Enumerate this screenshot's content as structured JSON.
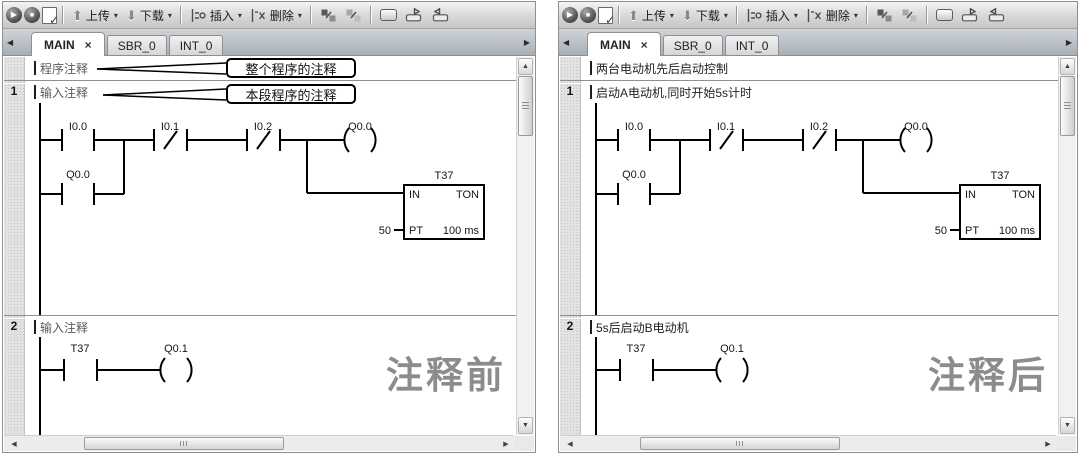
{
  "toolbar": {
    "upload": "上传",
    "download": "下载",
    "insert": "插入",
    "delete": "删除"
  },
  "icons": {
    "play": "▶",
    "stop": "■",
    "check": "✓",
    "up_arrow": "⬆",
    "down_arrow": "⬇",
    "dropdown": "▾",
    "close": "×",
    "tab_prev": "◀",
    "tab_next": "▶",
    "scroll_up": "▲",
    "scroll_down": "▼",
    "scroll_left": "◀",
    "scroll_right": "▶"
  },
  "tabs": [
    {
      "label": "MAIN"
    },
    {
      "label": "SBR_0"
    },
    {
      "label": "INT_0"
    }
  ],
  "ladder": {
    "network1": {
      "contact1": "I0.0",
      "contact2": "I0.1",
      "contact3": "I0.2",
      "branch_contact": "Q0.0",
      "coil": "Q0.0",
      "timer_name": "T37",
      "timer_type": "TON",
      "in_label": "IN",
      "pt_label": "PT",
      "preset": "50",
      "time_base": "100 ms"
    },
    "network2": {
      "contact": "T37",
      "coil": "Q0.1"
    }
  },
  "panels": {
    "left": {
      "program_comment": "程序注释",
      "network1": {
        "number": "1",
        "comment": "输入注释"
      },
      "network2": {
        "number": "2",
        "comment": "输入注释"
      },
      "watermark": "注释前",
      "callout1": "整个程序的注释",
      "callout2": "本段程序的注释"
    },
    "right": {
      "program_comment": "两台电动机先后启动控制",
      "network1": {
        "number": "1",
        "comment": "启动A电动机,同时开始5s计时"
      },
      "network2": {
        "number": "2",
        "comment": "5s后启动B电动机"
      },
      "watermark": "注释后"
    }
  }
}
